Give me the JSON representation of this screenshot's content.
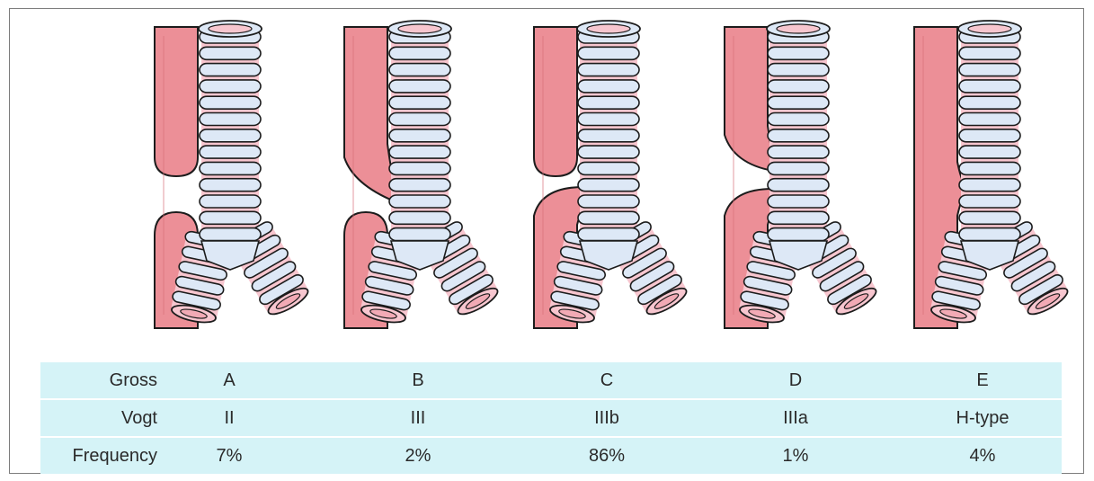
{
  "colors": {
    "esophagus": "#ec8f97",
    "esophagus_dark": "#d9707a",
    "cartilage": "#dde8f6",
    "membrane": "#f7c6cf",
    "outline": "#1c1c1c",
    "table_bg": "#d5f3f7"
  },
  "types": [
    {
      "variant": "proximal-atresia-distal-atresia-no-fistula"
    },
    {
      "variant": "proximal-fistula-distal-atresia"
    },
    {
      "variant": "proximal-atresia-distal-fistula"
    },
    {
      "variant": "proximal-fistula-distal-fistula"
    },
    {
      "variant": "h-type-fistula-no-atresia"
    }
  ],
  "table": {
    "rows": [
      {
        "label": "Gross",
        "values": [
          "A",
          "B",
          "C",
          "D",
          "E"
        ]
      },
      {
        "label": "Vogt",
        "values": [
          "II",
          "III",
          "IIIb",
          "IIIa",
          "H-type"
        ]
      },
      {
        "label": "Frequency",
        "values": [
          "7%",
          "2%",
          "86%",
          "1%",
          "4%"
        ]
      }
    ]
  }
}
